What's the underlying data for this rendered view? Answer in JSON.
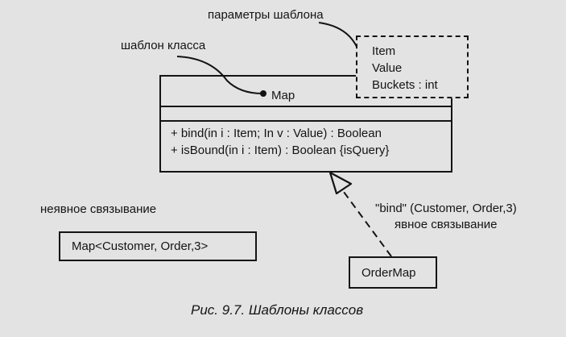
{
  "labels": {
    "template_params": "параметры шаблона",
    "class_template": "шаблон класса",
    "implicit_binding": "неявное связывание",
    "explicit_binding_expr": "\"bind\" (Customer, Order,3)",
    "explicit_binding": "явное связывание"
  },
  "template_class": {
    "name": "Map",
    "parameters": [
      "Item",
      "Value",
      "Buckets : int"
    ],
    "operations": [
      "+ bind(in i : Item; In v : Value) : Boolean",
      "+ isBound(in i : Item) : Boolean {isQuery}"
    ]
  },
  "implicit_instance": {
    "name": "Map<Customer, Order,3>"
  },
  "explicit_instance": {
    "name": "OrderMap"
  },
  "caption": "Рис. 9.7. Шаблоны классов"
}
